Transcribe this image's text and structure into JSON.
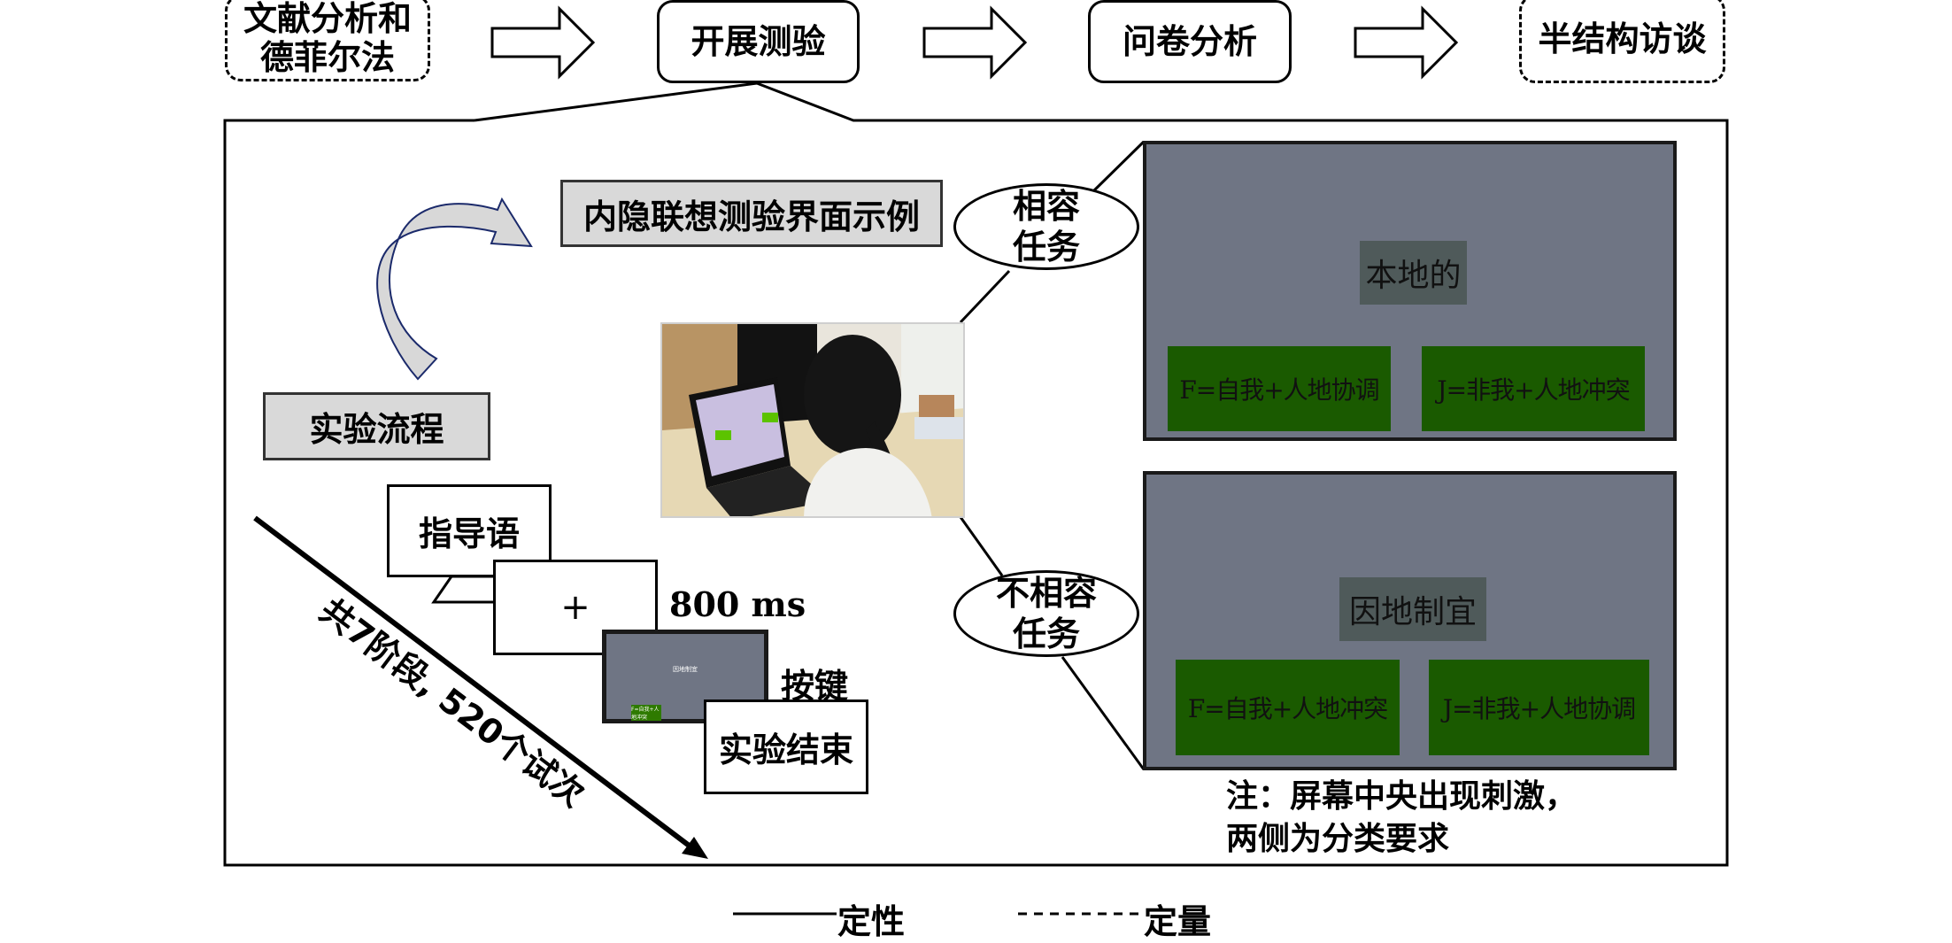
{
  "flow": {
    "steps": [
      {
        "label_line1": "文献分析和",
        "label_line2": "德菲尔法",
        "style": "dashed"
      },
      {
        "label": "开展测验",
        "style": "solid"
      },
      {
        "label": "问卷分析",
        "style": "solid"
      },
      {
        "label": "半结构访谈",
        "style": "dashed"
      }
    ]
  },
  "detail": {
    "iat_example_label": "内隐联想测验界面示例",
    "procedure_label": "实验流程",
    "procedure": {
      "instruction_screen": "指导语",
      "fixation_symbol": "+",
      "fixation_duration": "800 ms",
      "stimulus_screen_text": "因地制宜",
      "stimulus_screen_left": "F=自我+人地冲突",
      "response_label": "按键",
      "end_screen": "实验结束",
      "summary": "共7阶段, 520个试次"
    },
    "compatible": {
      "task_line1": "相容",
      "task_line2": "任务",
      "stimulus": "本地的",
      "left_key": "F=自我+人地协调",
      "right_key": "J=非我+人地冲突"
    },
    "incompatible": {
      "task_line1": "不相容",
      "task_line2": "任务",
      "stimulus": "因地制宜",
      "left_key": "F=自我+人地冲突",
      "right_key": "J=非我+人地协调"
    },
    "note_line1": "注：屏幕中央出现刺激，",
    "note_line2": "两侧为分类要求"
  },
  "legend": {
    "solid_label": "定性",
    "dashed_label": "定量"
  },
  "colors": {
    "panel_gray": "#6f7584",
    "stimulus_bg": "#4f5a5a",
    "category_green": "#1a5a00",
    "label_box_gray": "#d9d9d9",
    "curved_arrow_stroke": "#1b2a6b"
  }
}
